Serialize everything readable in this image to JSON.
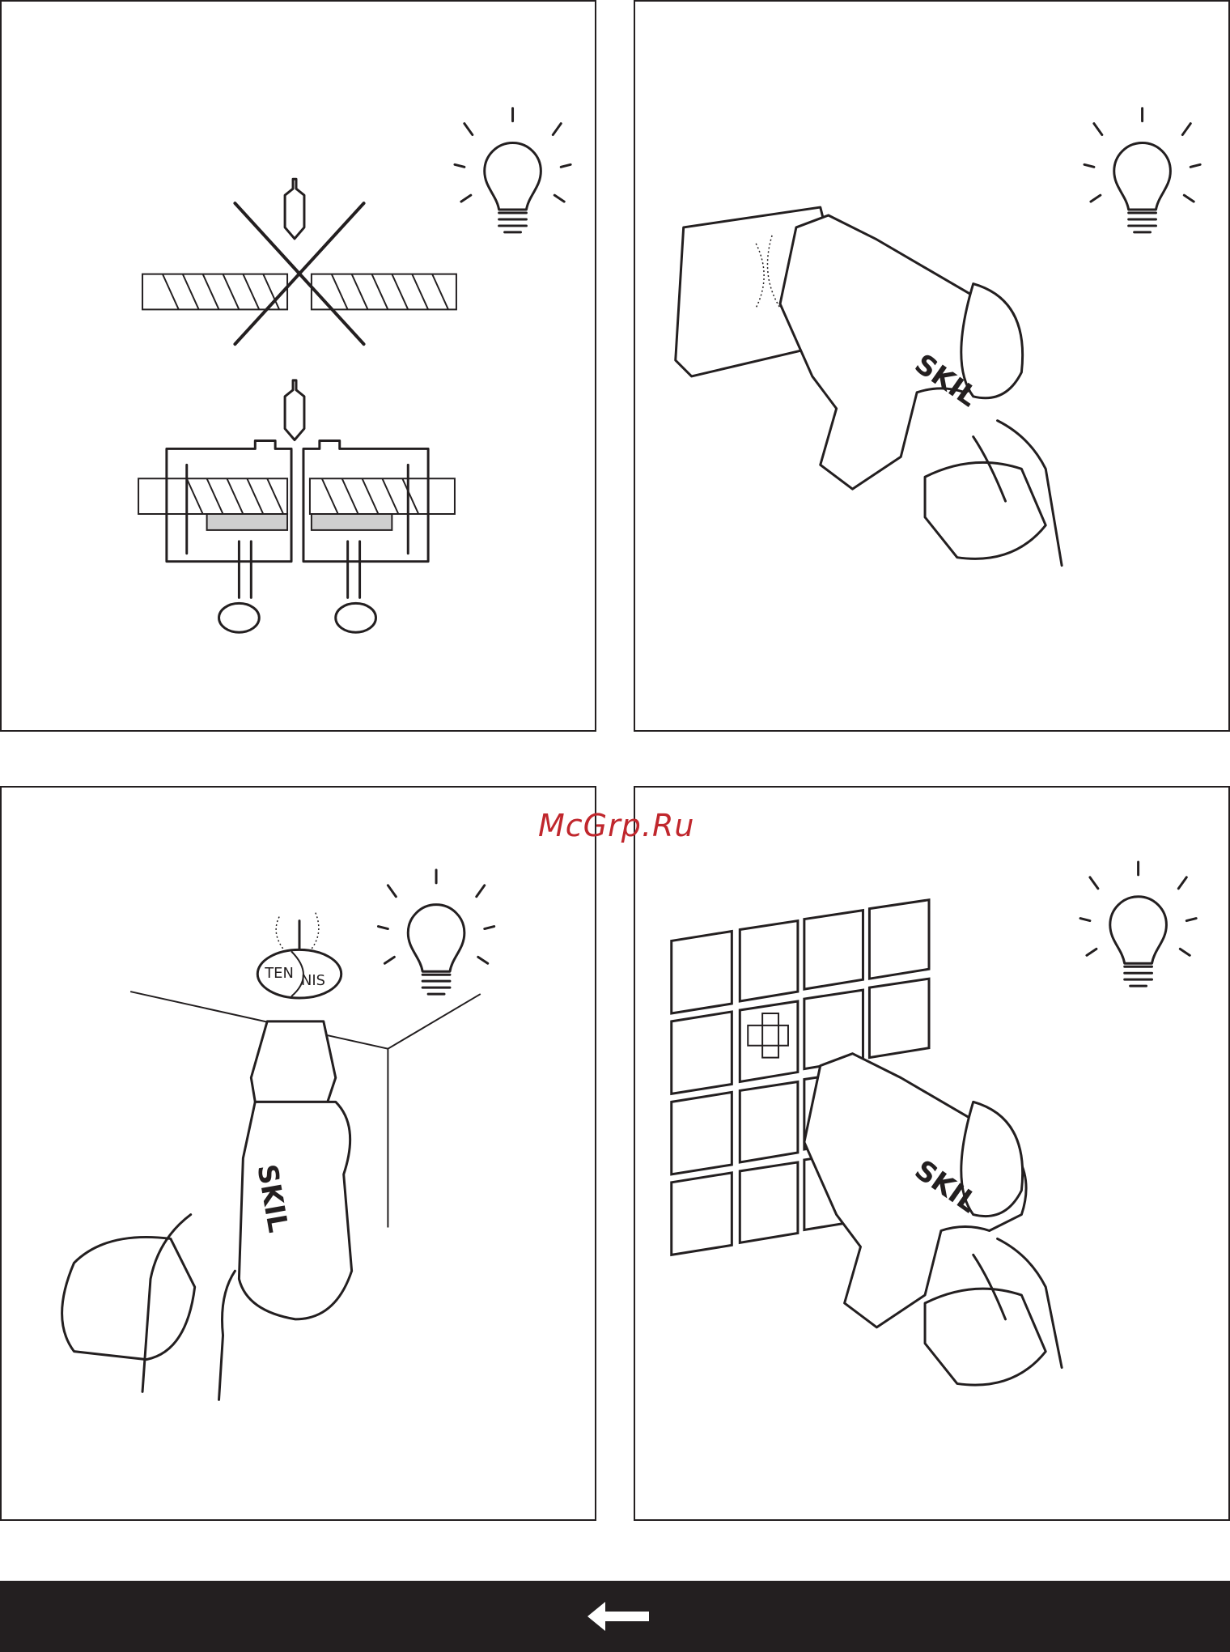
{
  "watermark": "McGrp.Ru",
  "panels": {
    "drill_brand_1": "SKIL",
    "drill_brand_2": "SKIL",
    "drill_brand_3": "SKIL",
    "ball_text_left": "TEN",
    "ball_text_right": "NIS"
  },
  "icons": {
    "lightbulb": "lightbulb-icon",
    "back_arrow": "back-arrow-icon"
  },
  "colors": {
    "ink": "#231f20",
    "watermark": "#c0272d",
    "footer": "#231f20"
  }
}
